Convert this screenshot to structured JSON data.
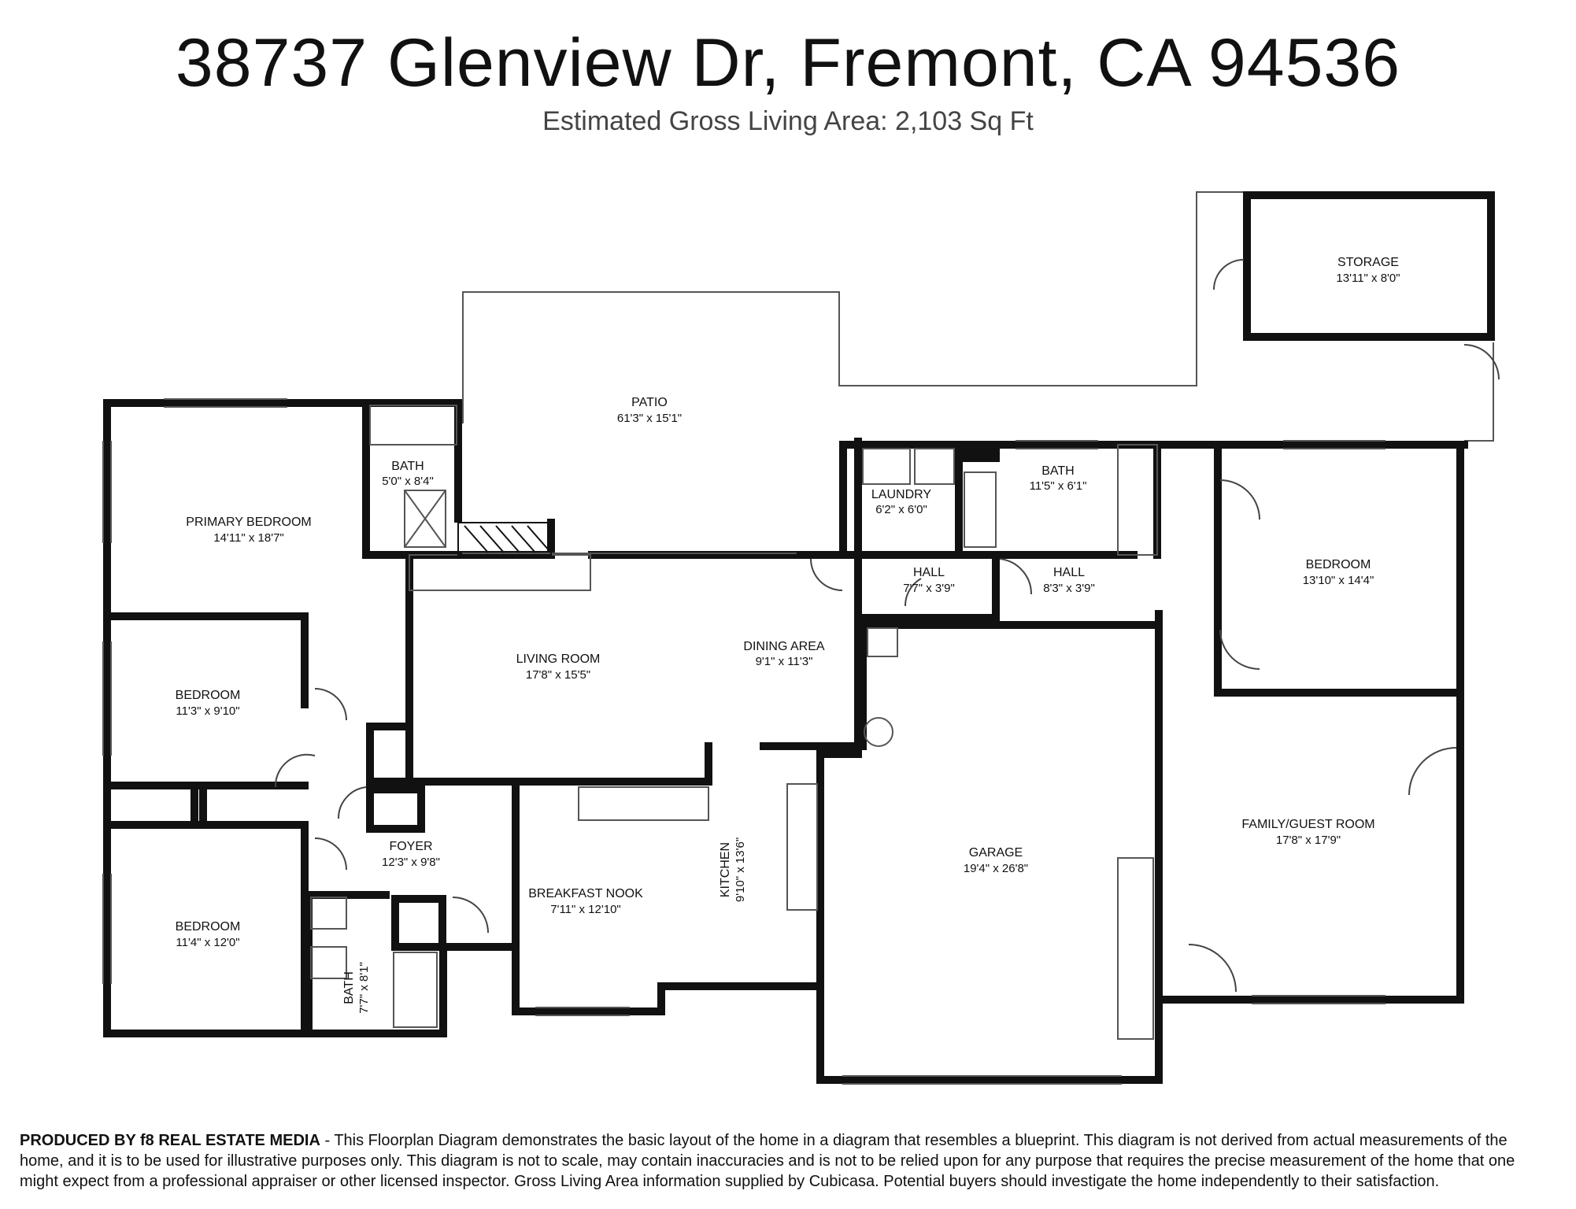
{
  "header": {
    "address": "38737 Glenview Dr, Fremont, CA 94536",
    "area": "Estimated Gross Living Area: 2,103 Sq Ft"
  },
  "rooms": [
    {
      "id": "storage",
      "name": "STORAGE",
      "dims": "13'11\" x 8'0\""
    },
    {
      "id": "patio",
      "name": "PATIO",
      "dims": "61'3\" x 15'1\""
    },
    {
      "id": "primary-bath",
      "name": "BATH",
      "dims": "5'0\" x 8'4\""
    },
    {
      "id": "primary-bedroom",
      "name": "PRIMARY BEDROOM",
      "dims": "14'11\" x 18'7\""
    },
    {
      "id": "laundry",
      "name": "LAUNDRY",
      "dims": "6'2\" x 6'0\""
    },
    {
      "id": "hall-bath",
      "name": "BATH",
      "dims": "11'5\" x 6'1\""
    },
    {
      "id": "hall-1",
      "name": "HALL",
      "dims": "7'7\" x 3'9\""
    },
    {
      "id": "hall-2",
      "name": "HALL",
      "dims": "8'3\" x 3'9\""
    },
    {
      "id": "bedroom-east",
      "name": "BEDROOM",
      "dims": "13'10\" x 14'4\""
    },
    {
      "id": "living-room",
      "name": "LIVING ROOM",
      "dims": "17'8\" x 15'5\""
    },
    {
      "id": "dining-area",
      "name": "DINING AREA",
      "dims": "9'1\" x 11'3\""
    },
    {
      "id": "bedroom-mid",
      "name": "BEDROOM",
      "dims": "11'3\" x 9'10\""
    },
    {
      "id": "foyer",
      "name": "FOYER",
      "dims": "12'3\" x 9'8\""
    },
    {
      "id": "kitchen",
      "name": "KITCHEN",
      "dims": "9'10\" x 13'6\""
    },
    {
      "id": "breakfast-nook",
      "name": "BREAKFAST NOOK",
      "dims": "7'11\" x 12'10\""
    },
    {
      "id": "garage",
      "name": "GARAGE",
      "dims": "19'4\" x 26'8\""
    },
    {
      "id": "family-guest-room",
      "name": "FAMILY/GUEST ROOM",
      "dims": "17'8\" x 17'9\""
    },
    {
      "id": "bedroom-south",
      "name": "BEDROOM",
      "dims": "11'4\" x 12'0\""
    },
    {
      "id": "front-bath",
      "name": "BATH",
      "dims": "7'7\" x 8'1\""
    }
  ],
  "disclaimer": {
    "lead": "PRODUCED BY f8 REAL ESTATE MEDIA",
    "body": " - This Floorplan Diagram demonstrates the basic layout of the home in a diagram that resembles a blueprint. This diagram is not derived from actual measurements of the home, and it is to be used for illustrative purposes only. This diagram is not to scale, may contain inaccuracies and is not to be relied upon for any purpose that requires the precise measurement of the home that one might expect from a professional appraiser or other licensed inspector. Gross Living Area information supplied by Cubicasa. Potential buyers should investigate the home independently to their satisfaction."
  },
  "style": {
    "wall": "#111111",
    "thin": "#555555",
    "background": "#ffffff"
  }
}
